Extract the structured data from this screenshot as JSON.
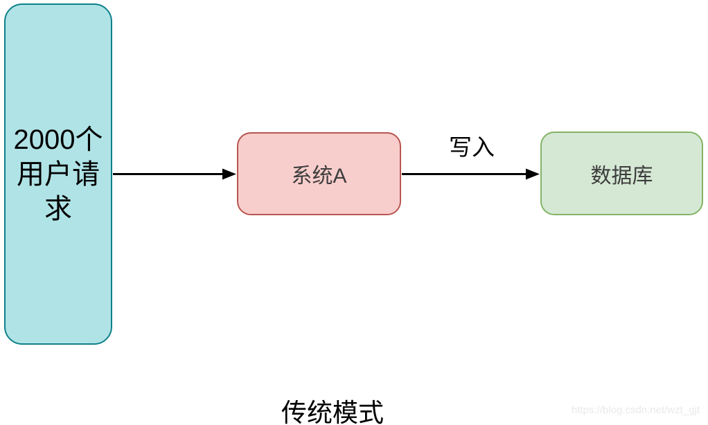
{
  "diagram": {
    "title": "传统模式",
    "watermark": "https://blog.csdn.net/wzt_gjt",
    "nodes": {
      "requests": {
        "label": "2000个用户请求",
        "fill": "#b0e3e6",
        "border": "#0e8088",
        "text_color": "#000000"
      },
      "system_a": {
        "label": "系统A",
        "fill": "#f8cecc",
        "border": "#b85450",
        "text_color": "#3d3d3d"
      },
      "database": {
        "label": "数据库",
        "fill": "#d5e8d4",
        "border": "#82b366",
        "text_color": "#3d3d3d"
      }
    },
    "edges": {
      "requests_to_system_a": {
        "label": "",
        "color": "#000000"
      },
      "system_a_to_database": {
        "label": "写入",
        "color": "#000000"
      }
    }
  }
}
